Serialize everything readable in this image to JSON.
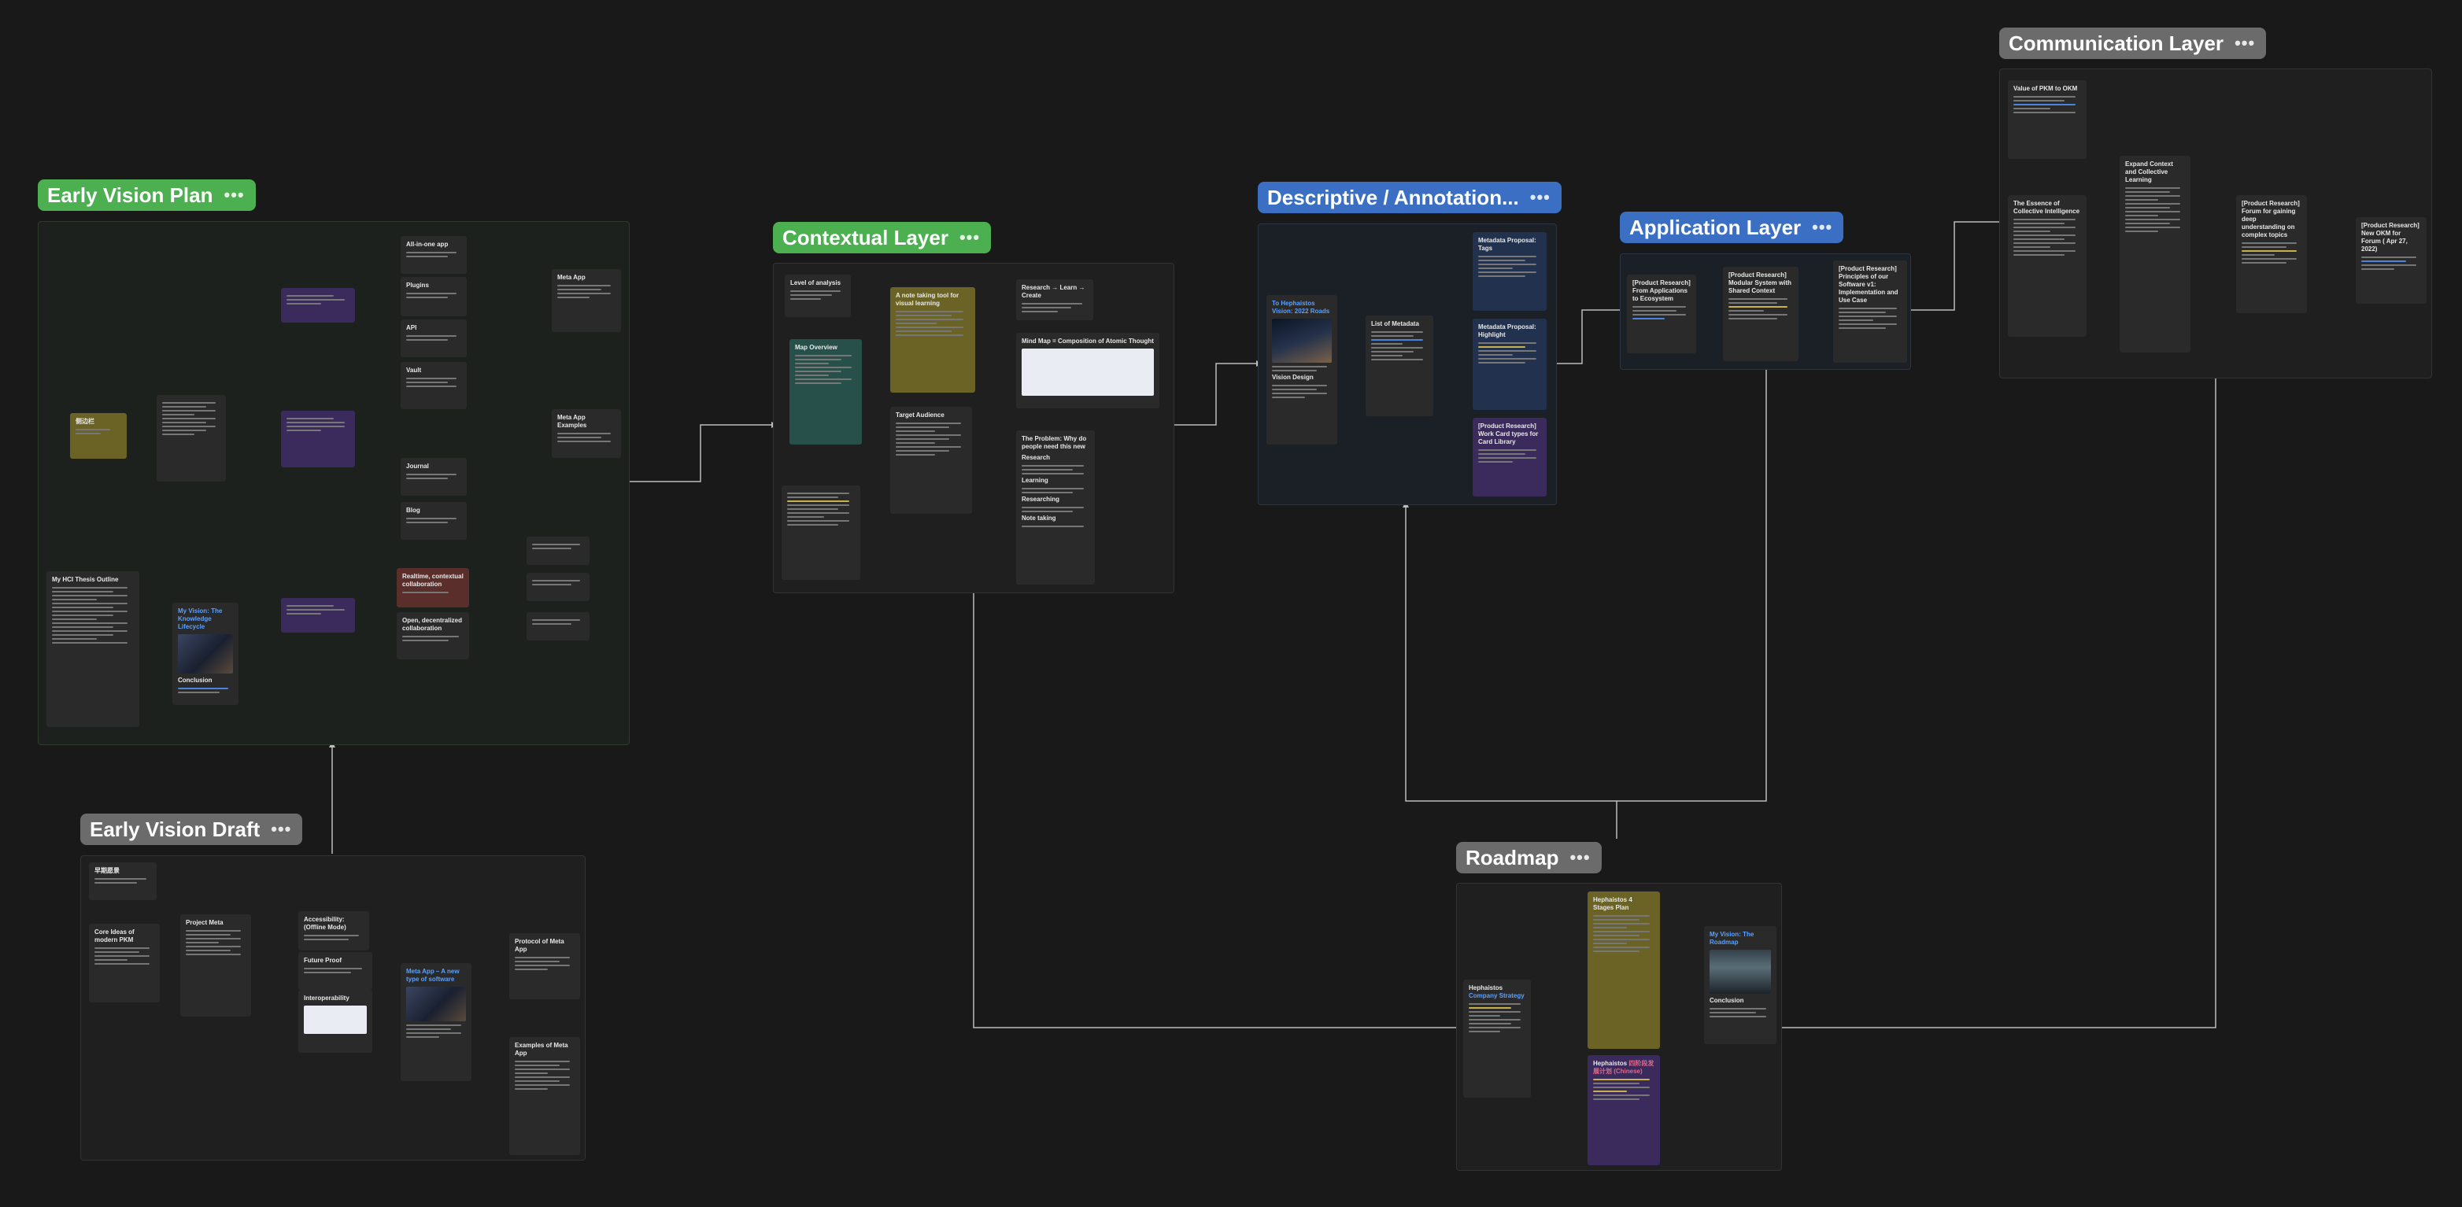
{
  "groups": {
    "early_vision_plan": "Early Vision Plan",
    "contextual_layer": "Contextual Layer",
    "descriptive_layer": "Descriptive / Annotation...",
    "application_layer": "Application Layer",
    "communication_layer": "Communication Layer",
    "early_vision_draft": "Early Vision Draft",
    "roadmap": "Roadmap"
  },
  "group_menu_glyph": "•••",
  "cards": {
    "plan": {
      "sidebar": "侧边栏",
      "ai_all_in_one": "All-in-one app",
      "plugins": "Plugins",
      "api": "API",
      "vault": "Vault",
      "meta_app": "Meta App",
      "meta_app_examples": "Meta App Examples",
      "journal": "Journal",
      "blog": "Blog",
      "realtime": "Realtime, contextual collaboration",
      "open_decentralized": "Open, decentralized collaboration",
      "hci_outline": "My HCI Thesis Outline",
      "knowledge_lifecycle": "My Vision: The Knowledge Lifecycle",
      "concl": "Conclusion"
    },
    "contextual": {
      "level_of_analysis": "Level of analysis",
      "map_overview": "Map Overview",
      "note_taking": "A note taking tool for visual learning",
      "research_learn_create": "Research → Learn → Create",
      "mind_map": "Mind Map = Composition of Atomic Thought",
      "target_audience": "Target Audience",
      "the_problem": "The Problem: Why do people need this new",
      "problem_sections": [
        "Research",
        "Learning",
        "Researching",
        "Note taking"
      ]
    },
    "descriptive": {
      "vision_card": "To Hephaistos Vision: 2022 Roads",
      "list_of_metadata": "List of Metadata",
      "proposal_tags": "Metadata Proposal: Tags",
      "proposal_highlight": "Metadata Proposal: Highlight",
      "product_research_card": "[Product Research] Work Card types for Card Library",
      "vision_design": "Vision Design"
    },
    "application": {
      "from_applications": "[Product Research] From Applications to Ecosystem",
      "modular_system": "[Product Research] Modular System with Shared Context",
      "principles": "[Product Research] Principles of our Software v1: Implementation and Use Case"
    },
    "communication": {
      "value_of_pkm": "Value of PKM to OKM",
      "essence": "The Essence of Collective Intelligence",
      "expand_context": "Expand Context and Collective Learning",
      "forum_deep": "[Product Research] Forum for gaining deep understanding on complex topics",
      "new_forum": "[Product Research] New OKM for Forum ( Apr 27, 2022)"
    },
    "draft": {
      "top_note": "早期愿景",
      "core_ideas": "Core Ideas of modern PKM",
      "project_meta": "Project Meta",
      "accessibility": "Accessibility: (Offline Mode)",
      "future_proof": "Future Proof",
      "interoperability": "Interoperability",
      "meta_app_new": "Meta App – A new type of software",
      "protocol_meta": "Protocol of Meta App",
      "examples_meta": "Examples of Meta App"
    },
    "roadmap": {
      "strategy_label": "Hephaistos",
      "strategy_accent": "Company Strategy",
      "phase_plan": "Hephaistos 4 Stages Plan",
      "chinese_plan_label": "Hephaistos",
      "chinese_plan_accent": "四阶段发展计划 (Chinese)",
      "roadmap_vision": "My Vision: The Roadmap",
      "roadmap_footer": "Conclusion"
    }
  }
}
